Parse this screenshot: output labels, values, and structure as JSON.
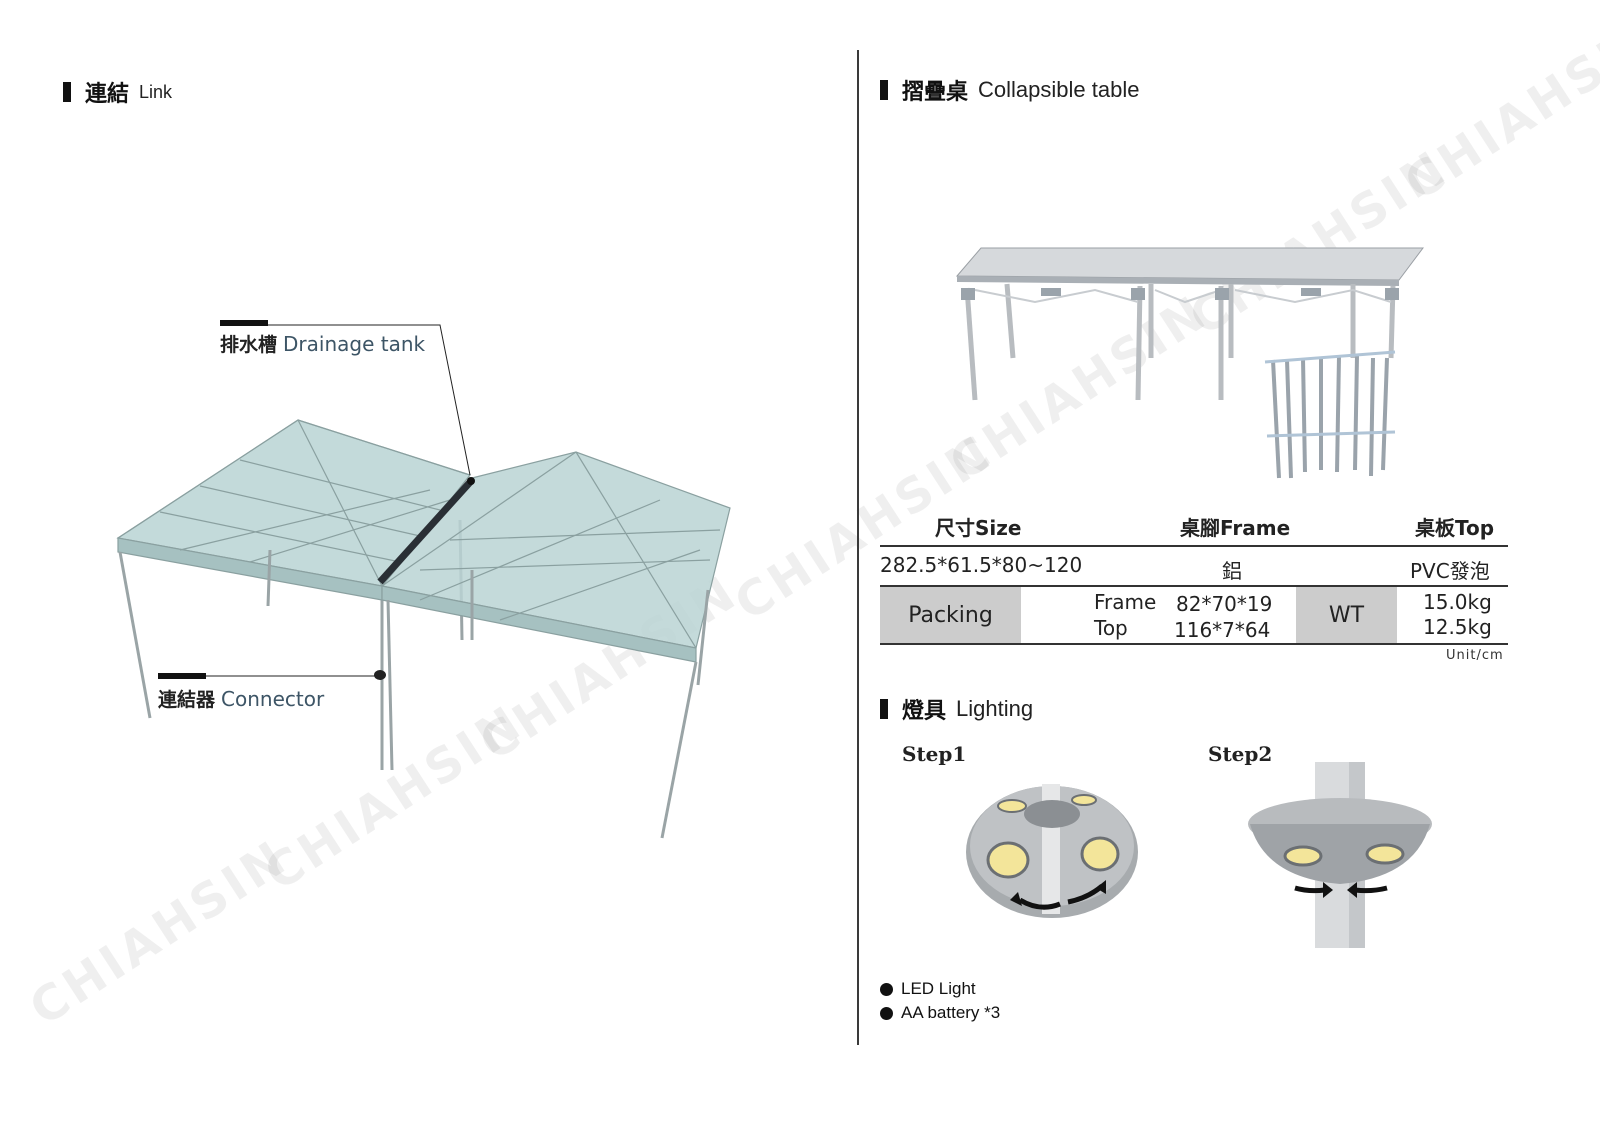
{
  "link_section": {
    "title_zh": "連結",
    "title_en": "Link",
    "drainage_zh": "排水槽",
    "drainage_en": "Drainage tank",
    "connector_zh": "連結器",
    "connector_en": "Connector"
  },
  "table_section": {
    "title_zh": "摺疊桌",
    "title_en": "Collapsible table",
    "headers": {
      "size": "尺寸Size",
      "frame": "桌腳Frame",
      "top": "桌板Top"
    },
    "row": {
      "size": "282.5*61.5*80~120",
      "frame": "鋁",
      "top": "PVC發泡"
    },
    "packing": {
      "label": "Packing",
      "frame_label": "Frame",
      "frame_dims": "82*70*19",
      "top_label": "Top",
      "top_dims": "116*7*64",
      "wt_label": "WT",
      "frame_wt": "15.0kg",
      "top_wt": "12.5kg"
    },
    "unit": "Unit/cm"
  },
  "lighting_section": {
    "title_zh": "燈具",
    "title_en": "Lighting",
    "step1": "Step1",
    "step2": "Step2",
    "bullets": [
      "LED Light",
      "AA battery *3"
    ]
  },
  "watermark": "CHIAHSIN",
  "colors": {
    "accent_text": "#3d5566",
    "packing_bg": "#cccccc",
    "canopy": "#b9d3d3"
  }
}
